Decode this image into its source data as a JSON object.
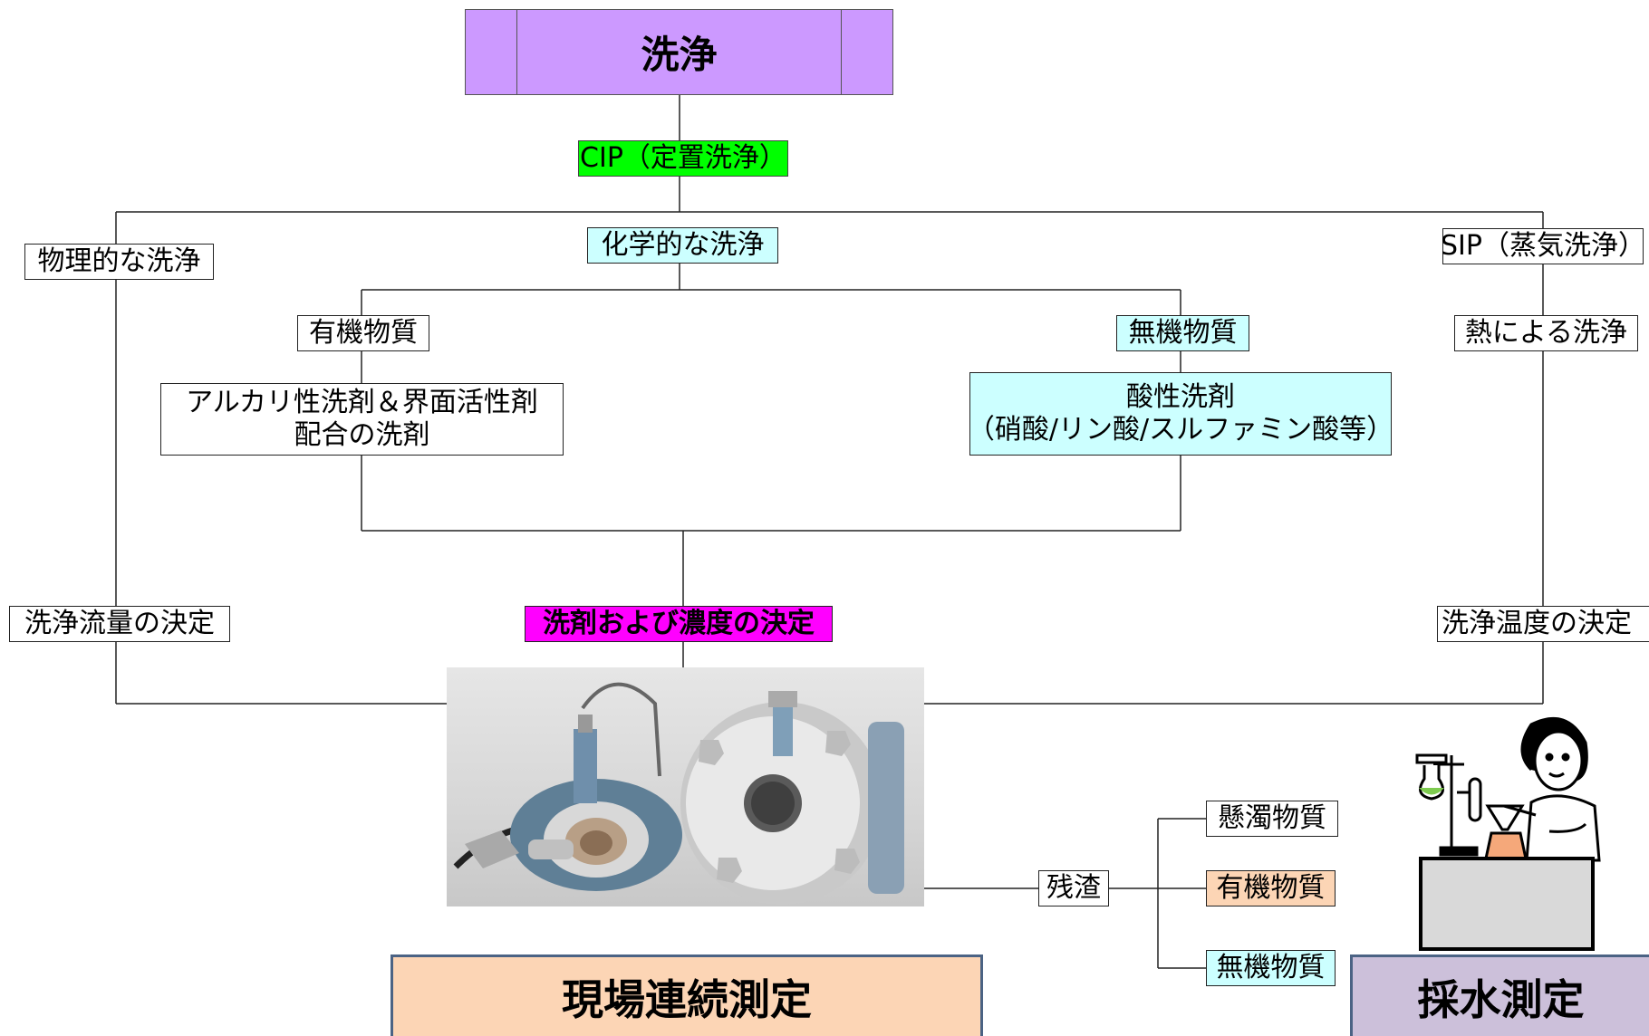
{
  "title": "洗浄",
  "cip": "CIP（定置洗浄）",
  "physical": "物理的な洗浄",
  "chemical": "化学的な洗浄",
  "sip": "SIP（蒸気洗浄）",
  "organic": "有機物質",
  "inorganic": "無機物質",
  "heat": "熱による洗浄",
  "alkaline": [
    "アルカリ性洗剤＆界面活性剤",
    "配合の洗剤"
  ],
  "acid": [
    "酸性洗剤",
    "（硝酸/リン酸/スルファミン酸等）"
  ],
  "flow": "洗浄流量の決定",
  "detergent": "洗剤および濃度の決定",
  "temperature": "洗浄温度の決定",
  "residue": "残渣",
  "residue_items": [
    "懸濁物質",
    "有機物質",
    "無機物質"
  ],
  "onsite": "現場連続測定",
  "sampling": "採水測定",
  "colors": {
    "title": "#cc99ff",
    "cip": "#00ff00",
    "cyan": "#ccffff",
    "detergent": "#ff00ff",
    "peach": "#fcd5b5",
    "sampling": "#ccc0da"
  }
}
